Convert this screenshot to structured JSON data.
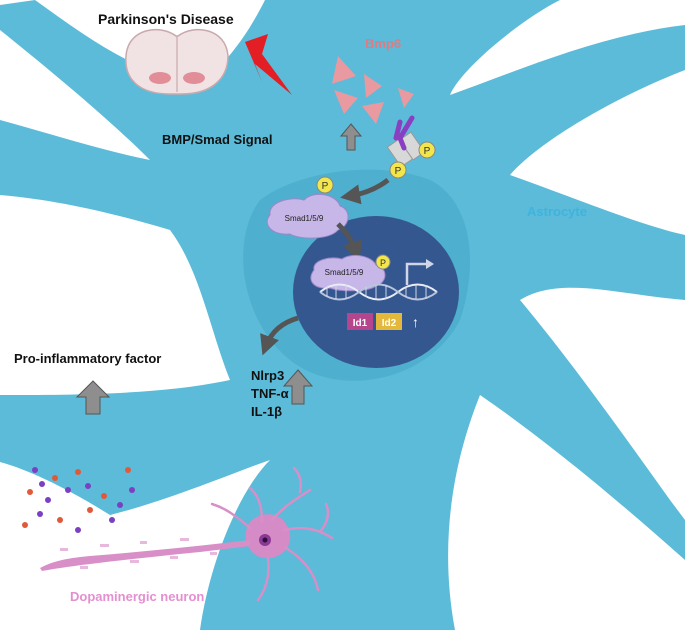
{
  "labels": {
    "disease": "Parkinson's Disease",
    "ligand": "Bmp6",
    "pathway": "BMP/Smad Signal",
    "cell": "Astrocyte",
    "smad_cytoplasm": "Smad1/5/9",
    "smad_nucleus": "Smad1/5/9",
    "phospho": "P",
    "gene1": "Id1",
    "gene2": "Id2",
    "up_arrow": "↑",
    "factors_title": "Pro-inflammatory factor",
    "factor_list": [
      "Nlrp3",
      "TNF-α",
      "IL-1β"
    ],
    "neuron": "Dopaminergic neuron"
  },
  "colors": {
    "astrocyte": "#5bbbd8",
    "astrocyte_dark": "#3a9cbd",
    "nucleus": "#34578f",
    "smad": "#c7b6e8",
    "phospho": "#f2e64a",
    "ligand": "#e89aa0",
    "receptor": "#8a3fc2",
    "gene1": "#b5468e",
    "gene2": "#e3b83b",
    "lightning": "#e31e24",
    "neuron": "#d88fc8",
    "neuron_label": "#e48fd0",
    "cell_label": "#3fb3de",
    "ligand_label": "#e07b82"
  },
  "icons": {
    "brain": "brain-section-icon",
    "lightning": "lightning-bolt-icon",
    "up": "gray-up-arrow-icon",
    "receptor": "bmp-receptor-icon",
    "neuron": "neuron-icon"
  }
}
